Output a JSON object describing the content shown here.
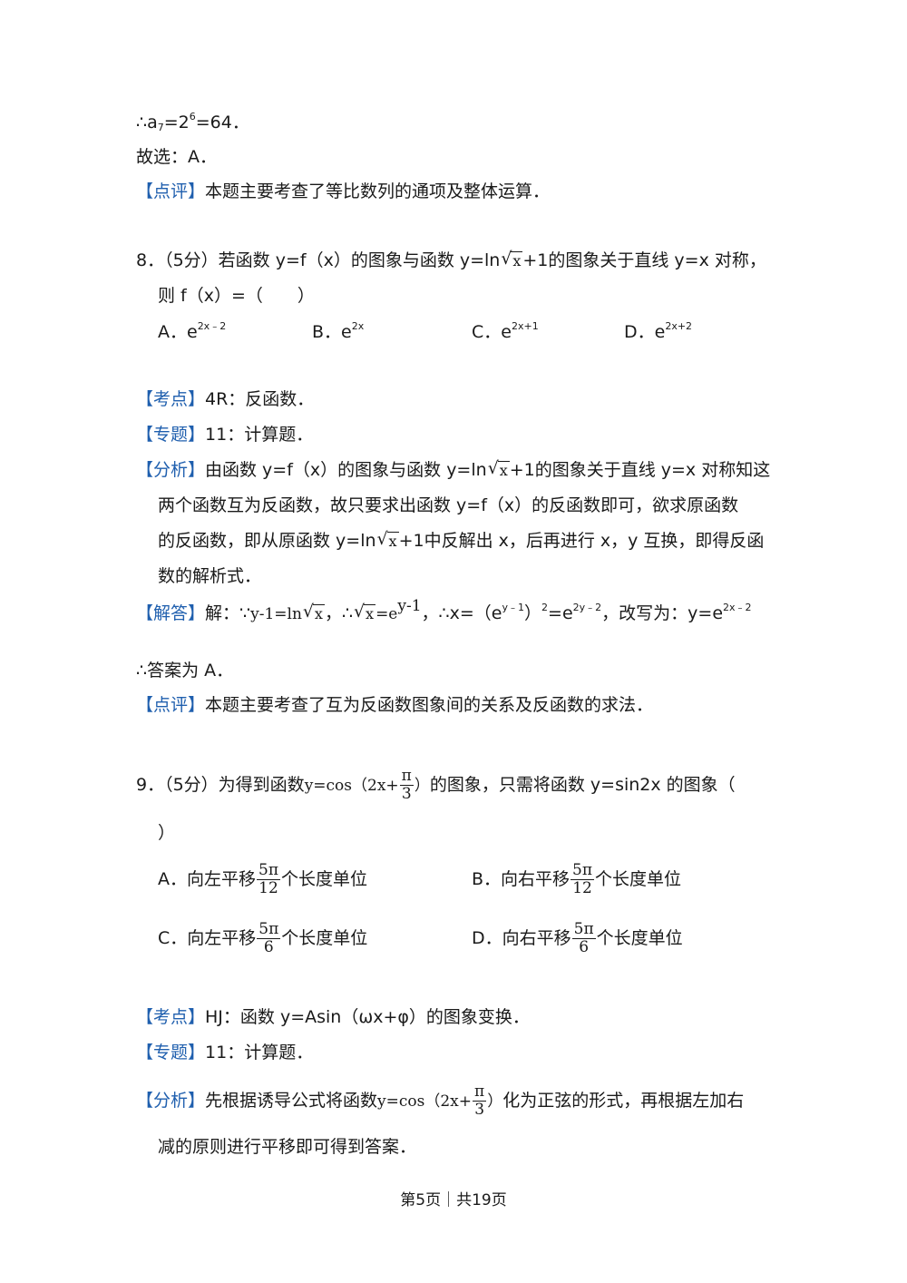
{
  "q7": {
    "line1_a": "∴a",
    "line1_sub": "7",
    "line1_b": "=2",
    "line1_sup": "6",
    "line1_c": "=64．",
    "choice": "故选：A．",
    "review_tag": "【点评】",
    "review_text": "本题主要考查了等比数列的通项及整体运算．"
  },
  "q8": {
    "stem_a": "8．（5分）若函数 y=f（x）的图象与函数 y=ln",
    "sqrt_var": "x",
    "stem_b": "+1的图象关于直线 y=x 对称，",
    "stem_line2": "则 f（x）=（　　）",
    "options": [
      {
        "label": "A．e",
        "sup": "2x﹣2"
      },
      {
        "label": "B．e",
        "sup": "2x"
      },
      {
        "label": "C．e",
        "sup": "2x+1"
      },
      {
        "label": "D．e",
        "sup": "2x+2"
      }
    ],
    "kaodian_tag": "【考点】",
    "kaodian_text": "4R：反函数．",
    "zhuanti_tag": "【专题】",
    "zhuanti_text": "11：计算题．",
    "fenxi_tag": "【分析】",
    "fenxi_l1_a": "由函数 y=f（x）的图象与函数 y=ln",
    "fenxi_l1_b": "+1的图象关于直线 y=x 对称知这",
    "fenxi_l2": "两个函数互为反函数，故只要求出函数 y=f（x）的反函数即可，欲求原函数",
    "fenxi_l3_a": "的反函数，即从原函数 y=ln",
    "fenxi_l3_b": "+1中反解出 x，后再进行 x，y 互换，即得反函",
    "fenxi_l4": "数的解析式．",
    "jieda_tag": "【解答】",
    "jieda_a": "解：∵",
    "jieda_math1": "y-1=ln",
    "jieda_b": "，∴",
    "jieda_math2": "=e",
    "jieda_math2_sup": "y-1",
    "jieda_c": "，∴x=（e",
    "jieda_c_sup": "y﹣1",
    "jieda_d": "）",
    "jieda_d_sup": "2",
    "jieda_e": "=e",
    "jieda_e_sup": "2y﹣2",
    "jieda_f": "，改写为：y=e",
    "jieda_f_sup": "2x﹣2",
    "answer": "∴答案为 A．",
    "review_tag": "【点评】",
    "review_text": "本题主要考查了互为反函数图象间的关系及反函数的求法．"
  },
  "q9": {
    "stem_a": "9．（5分）为得到函数",
    "stem_math_a": "y=cos（2x+",
    "frac_num": "π",
    "frac_den": "3",
    "stem_math_b": "）",
    "stem_b": "的图象，只需将函数 y=sin2x 的图象（",
    "stem_line2": "）",
    "options": [
      {
        "label": "A．向左平移",
        "num": "5π",
        "den": "12",
        "tail": "个长度单位"
      },
      {
        "label": "B．向右平移",
        "num": "5π",
        "den": "12",
        "tail": "个长度单位"
      },
      {
        "label": "C．向左平移",
        "num": "5π",
        "den": "6",
        "tail": "个长度单位"
      },
      {
        "label": "D．向右平移",
        "num": "5π",
        "den": "6",
        "tail": "个长度单位"
      }
    ],
    "kaodian_tag": "【考点】",
    "kaodian_text": "HJ：函数 y=Asin（ωx+φ）的图象变换．",
    "zhuanti_tag": "【专题】",
    "zhuanti_text": "11：计算题．",
    "fenxi_tag": "【分析】",
    "fenxi_a": "先根据诱导公式将函数",
    "fenxi_b": "化为正弦的形式，再根据左加右",
    "fenxi_l2": "减的原则进行平移即可得到答案．"
  },
  "footer": "第5页｜共19页"
}
